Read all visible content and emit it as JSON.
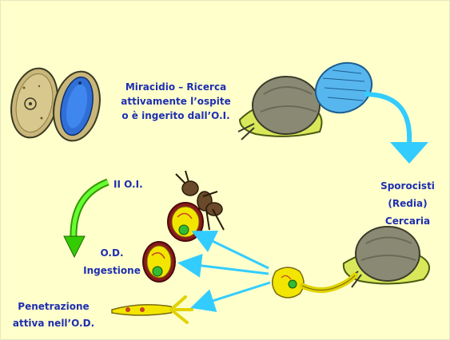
{
  "labels": {
    "miracidio": [
      "Miracidio – Ricerca",
      "attivamente l’ospite",
      "o è ingerito dall’O.I."
    ],
    "sporocisti": [
      "Sporocisti",
      "(Redia)",
      "Cercaria"
    ],
    "second_host": "II O.I.",
    "od_ingestione": [
      "O.D.",
      "Ingestione"
    ],
    "penetrazione": [
      "Penetrazione",
      "attiva nell’O.D."
    ]
  },
  "colors": {
    "background": "#FFFFCC",
    "label_text": "#1F2FB0",
    "cyan_arrows": "#33CCFF",
    "green_arrow": "#33CC00",
    "cercaria_yellow": "#F2E600"
  }
}
